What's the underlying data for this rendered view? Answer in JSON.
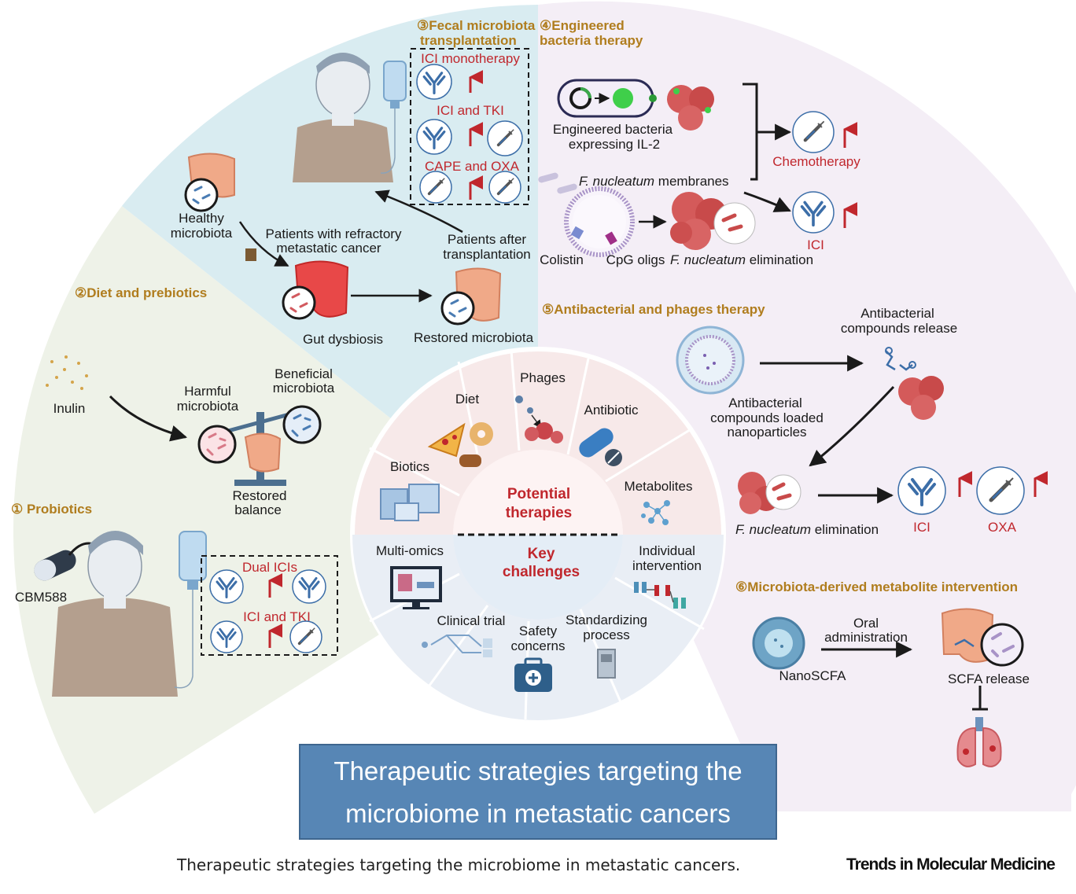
{
  "sections": {
    "probiotics": "① Probiotics",
    "diet": "②Diet and prebiotics",
    "fmt_line1": "③Fecal microbiota",
    "fmt_line2": "transplantation",
    "engineered_line1": "④Engineered",
    "engineered_line2": "bacteria therapy",
    "antibacterial": "⑤Antibacterial and phages therapy",
    "metabolite": "⑥Microbiota-derived metabolite intervention"
  },
  "probiotics": {
    "cbm": "CBM588",
    "dual_icis": "Dual ICIs",
    "ici_tki": "ICI and TKI"
  },
  "diet": {
    "inulin": "Inulin",
    "harmful_1": "Harmful",
    "harmful_2": "microbiota",
    "beneficial_1": "Beneficial",
    "beneficial_2": "microbiota",
    "restored_1": "Restored",
    "restored_2": "balance"
  },
  "fmt": {
    "ici_mono": "ICI monotherapy",
    "ici_tki": "ICI and TKI",
    "cape_oxa": "CAPE and OXA",
    "healthy_1": "Healthy",
    "healthy_2": "microbiota",
    "patients_1": "Patients with refractory",
    "patients_2": "metastatic cancer",
    "after_1": "Patients after",
    "after_2": "transplantation",
    "dysbiosis": "Gut dysbiosis",
    "restored": "Restored microbiota"
  },
  "engineered": {
    "bact_1": "Engineered bacteria",
    "bact_2": "expressing IL-2",
    "chemo": "Chemotherapy",
    "fn_italic": "F. nucleatum",
    "membranes": " membranes",
    "ici": "ICI",
    "colistin": "Colistin",
    "cpg": "CpG oligs",
    "elim_italic": "F. nucleatum",
    "elim": " elimination"
  },
  "antibacterial": {
    "release_1": "Antibacterial",
    "release_2": "compounds release",
    "np_1": "Antibacterial",
    "np_2": "compounds  loaded",
    "np_3": "nanoparticles",
    "elim_italic": "F. nucleatum",
    "elim": " elimination",
    "ici": "ICI",
    "oxa": "OXA"
  },
  "metabolite": {
    "oral_1": "Oral",
    "oral_2": "administration",
    "nano": "NanoSCFA",
    "scfa": "SCFA release"
  },
  "center": {
    "potential_1": "Potential",
    "potential_2": "therapies",
    "key_1": "Key",
    "key_2": "challenges",
    "segments": {
      "diet": "Diet",
      "phages": "Phages",
      "antibiotic": "Antibiotic",
      "biotics": "Biotics",
      "metabolites": "Metabolites",
      "multiomics": "Multi-omics",
      "individual_1": "Individual",
      "individual_2": "intervention",
      "clinical": "Clinical trial",
      "safety_1": "Safety",
      "safety_2": "concerns",
      "standard_1": "Standardizing",
      "standard_2": "process"
    }
  },
  "title": {
    "line1": "Therapeutic strategies targeting the",
    "line2": "microbiome in metastatic cancers"
  },
  "caption": "Therapeutic strategies targeting the microbiome in metastatic cancers.",
  "journal": "Trends in Molecular Medicine",
  "colors": {
    "section_heading": "#b07d1e",
    "therapy_red": "#c0272d",
    "title_box": "#5786b5",
    "fmt_region": "#d9ecf1",
    "probiotic_region": "#eef2e8",
    "right_region": "#f4eef6"
  }
}
